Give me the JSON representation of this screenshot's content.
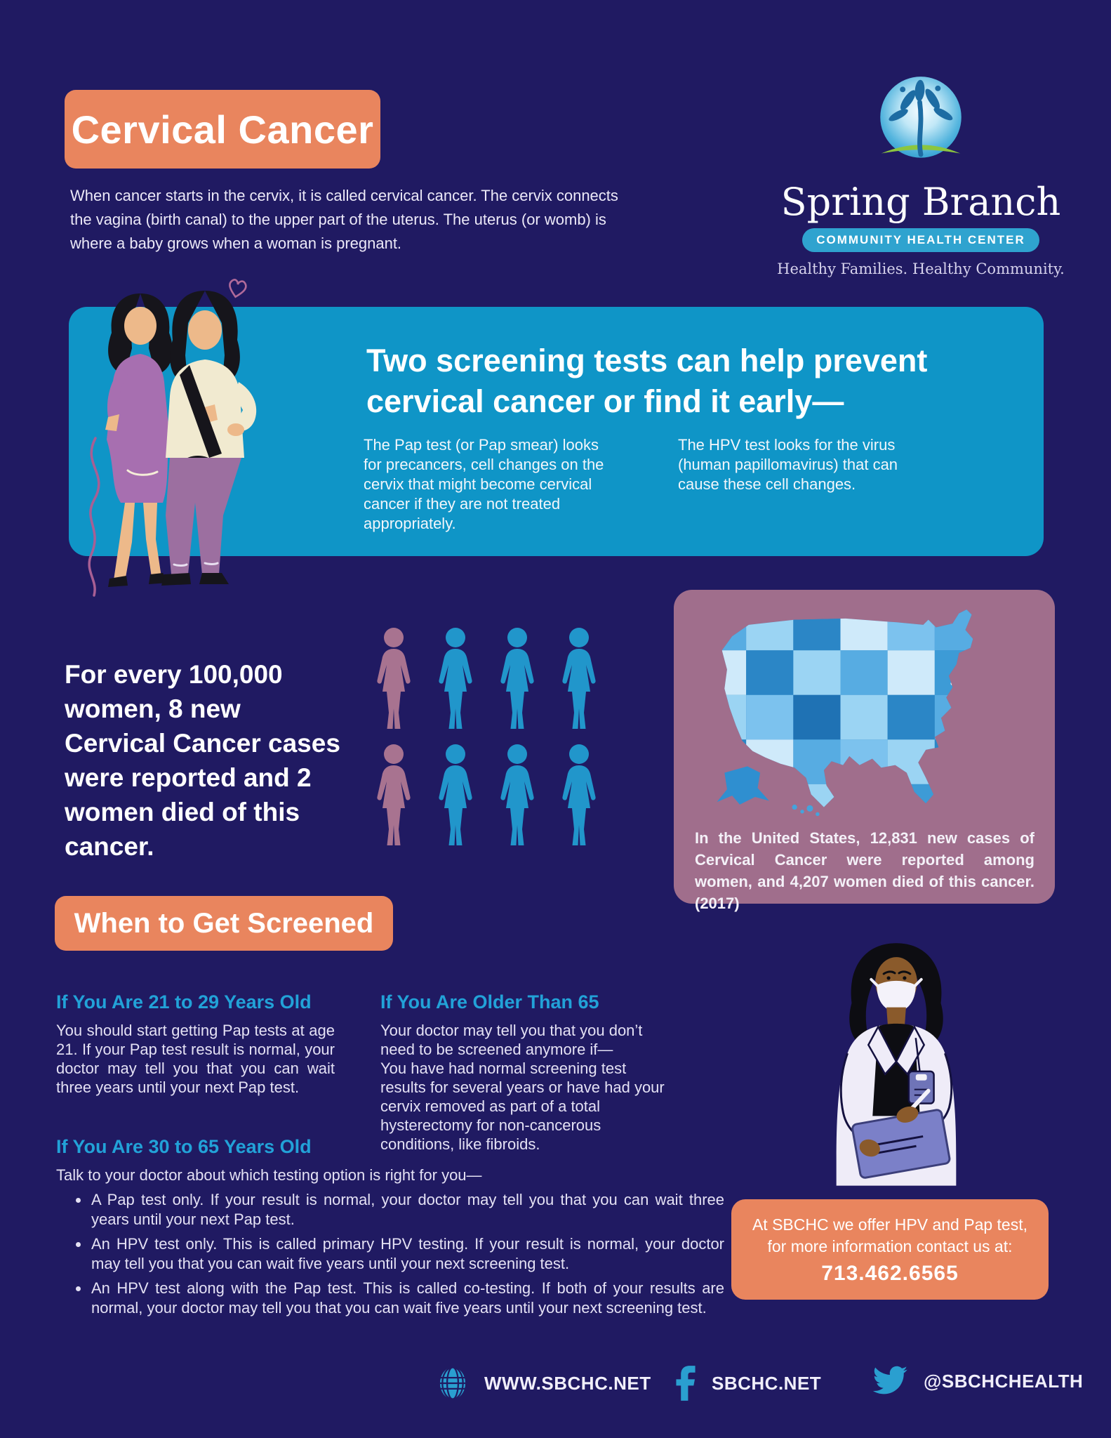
{
  "header": {
    "title": "Cervical Cancer",
    "intro": "When cancer starts in the cervix, it is called cervical cancer. The cervix connects the vagina (birth canal) to the upper part of the uterus. The uterus (or womb) is where a baby grows when a woman is pregnant."
  },
  "logo": {
    "name": "Spring Branch",
    "subtitle": "COMMUNITY HEALTH CENTER",
    "tagline": "Healthy Families. Healthy Community."
  },
  "screening": {
    "heading": "Two screening tests can help prevent cervical cancer or find it early—",
    "pap_text": "The Pap test (or Pap smear) looks for precancers, cell changes on the cervix that might become cervical cancer if they are not treated appropriately.",
    "hpv_text": "The HPV test looks for the virus (human papillomavirus) that can cause these cell changes."
  },
  "stats": {
    "incidence_text": "For every 100,000 women, 8 new Cervical Cancer cases were reported and 2 women died of this cancer.",
    "pictogram": {
      "total_figures": 8,
      "highlighted_figures": 2
    },
    "us_caption": "In the United States, 12,831 new cases of Cervical Cancer were reported among women, and 4,207 women died of this cancer. (2017)"
  },
  "when_to_get_screened": {
    "heading": "When to Get Screened",
    "age_21_29": {
      "title": "If You Are 21 to 29 Years Old",
      "body": "You should start getting Pap tests at age 21. If your Pap test result is normal, your doctor may tell you that you can wait three years until your next Pap test."
    },
    "older_65": {
      "title": "If You Are Older Than 65",
      "body": "Your doctor may tell you that you don’t need to be screened anymore if—\nYou have had normal screening test results for several years or have had your cervix removed as part of a total hysterectomy for non-cancerous conditions, like fibroids."
    },
    "age_30_65": {
      "title": "If You Are 30 to 65 Years Old",
      "lead": "Talk to your doctor about which testing option is right for you—",
      "bullets": [
        "A Pap test only. If your result is normal, your doctor may tell you that you can wait three years until your next Pap test.",
        "An HPV test only. This is called primary HPV testing. If your result is normal, your doctor may tell you that you can wait five years until your next screening test.",
        "An HPV test along with the Pap test. This is called co-testing. If both of your results are normal, your doctor may tell you that you can wait five years until your next screening test."
      ]
    }
  },
  "contact": {
    "line1": "At SBCHC we offer HPV and Pap test,",
    "line2": "for more information contact us at:",
    "phone": "713.462.6565"
  },
  "footer": {
    "website": "WWW.SBCHC.NET",
    "facebook": "SBCHC.NET",
    "twitter": "@SBCHCHEALTH"
  },
  "colors": {
    "background": "#201a62",
    "accent_orange": "#e9855e",
    "card_blue": "#0f95c7",
    "card_mauve": "#a06e8c",
    "heading_blue": "#22a2d8",
    "text_light": "#eceaf8",
    "pictogram_highlight": "#a87390",
    "pictogram_default": "#2196cb",
    "icon_blue": "#2a9fd0",
    "logo_green": "#8cc63f",
    "logo_tree_blue": "#1d6ca3"
  }
}
